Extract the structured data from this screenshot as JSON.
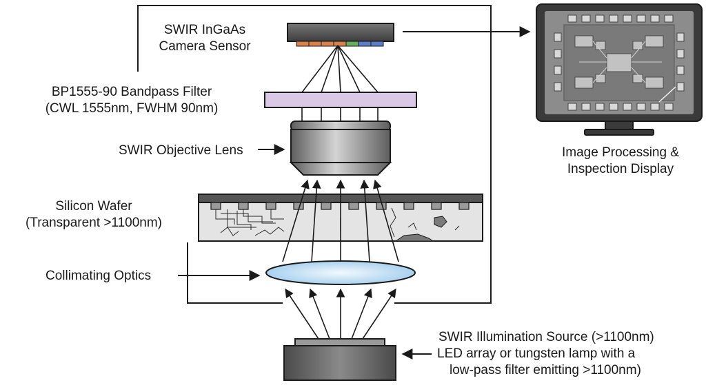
{
  "labels": {
    "camera": [
      "SWIR InGaAs",
      "Camera Sensor"
    ],
    "filter": [
      "BP1555-90 Bandpass Filter",
      "(CWL 1555nm, FWHM 90nm)"
    ],
    "objective": "SWIR Objective Lens",
    "wafer": [
      "Silicon Wafer",
      "(Transparent >1100nm)"
    ],
    "collimating": "Collimating Optics",
    "source": [
      "SWIR Illumination Source (>1100nm)",
      "LED array or tungsten lamp with a",
      "low-pass filter emitting >1100nm)"
    ],
    "display": [
      "Image Processing &",
      "Inspection Display"
    ]
  },
  "colors": {
    "line": "#1a1a1a",
    "camera_body": "#5c5c5c",
    "sensor_pixels": [
      "#d9824a",
      "#d9824a",
      "#d9824a",
      "#d9824a",
      "#6aaf5c",
      "#5b7fc7",
      "#5b7fc7"
    ],
    "filter": "#d9c8e6",
    "lens_light": "#d8d8d8",
    "lens_dark": "#6e6e6e",
    "wafer": "#e4e4e4",
    "wafer_top": "#555555",
    "collimator": "#cfe6f5",
    "source_body": "#6a6a6a",
    "monitor_frame": "#3a3a3a",
    "monitor_screen": "#8c8c8c"
  }
}
